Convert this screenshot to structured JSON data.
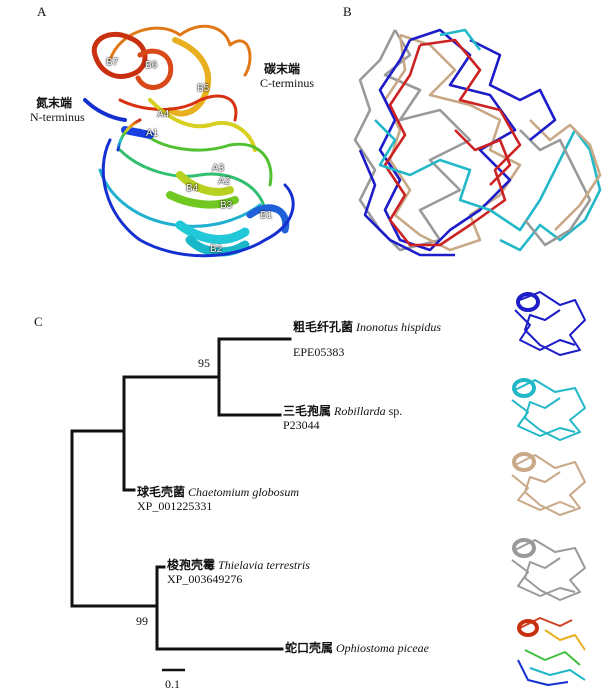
{
  "panels": {
    "a": "A",
    "b": "B",
    "c": "C"
  },
  "panel_a": {
    "c_terminus_cn": "碳末端",
    "c_terminus_en": "C-terminus",
    "n_terminus_cn": "氮末端",
    "n_terminus_en": "N-terminus",
    "markers": [
      "B7",
      "B6",
      "B5",
      "A4",
      "A1",
      "A3",
      "A2",
      "B4",
      "B3",
      "B1",
      "B2"
    ]
  },
  "tree": {
    "taxa": [
      {
        "cn": "粗毛纤孔菌",
        "sp": "Inonotus hispidus",
        "suffix": "",
        "acc": "EPE05383",
        "color": "#1c1cc8"
      },
      {
        "cn": "三毛孢属",
        "sp": "Robillarda",
        "suffix": " sp.",
        "acc": "P23044",
        "color": "#22b8c8"
      },
      {
        "cn": "球毛壳菌",
        "sp": "Chaetomium globosum",
        "suffix": "",
        "acc": "XP_001225331",
        "color": "#c8a886"
      },
      {
        "cn": "梭孢壳霉",
        "sp": "Thielavia terrestris",
        "suffix": "",
        "acc": "XP_003649276",
        "color": "#9a9a9a"
      },
      {
        "cn": "蛇口壳属",
        "sp": "Ophiostoma piceae",
        "suffix": "",
        "acc": "",
        "color": "#cc4422"
      }
    ],
    "bootstrap": [
      "95",
      "99"
    ],
    "scale_label": "0.1"
  }
}
